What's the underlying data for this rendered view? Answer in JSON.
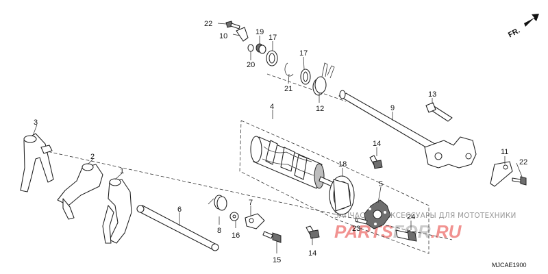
{
  "diagram_code": "MJCAE1900",
  "direction_label": "FR.",
  "watermark": {
    "line1": "ЗАПЧАСТИ И АКСЕССУАРЫ ДЛЯ МОТОТЕХНИКИ",
    "line2_part1": "PARTS",
    "line2_part2": "FOR",
    "line2_part3": ".RU"
  },
  "callouts": [
    {
      "id": "1",
      "text": "1"
    },
    {
      "id": "2",
      "text": "2"
    },
    {
      "id": "3",
      "text": "3"
    },
    {
      "id": "4",
      "text": "4"
    },
    {
      "id": "5",
      "text": "5"
    },
    {
      "id": "6",
      "text": "6"
    },
    {
      "id": "7",
      "text": "7"
    },
    {
      "id": "8",
      "text": "8"
    },
    {
      "id": "9",
      "text": "9"
    },
    {
      "id": "10",
      "text": "10"
    },
    {
      "id": "11",
      "text": "11"
    },
    {
      "id": "12",
      "text": "12"
    },
    {
      "id": "13",
      "text": "13"
    },
    {
      "id": "14a",
      "text": "14"
    },
    {
      "id": "14b",
      "text": "14"
    },
    {
      "id": "15",
      "text": "15"
    },
    {
      "id": "16",
      "text": "16"
    },
    {
      "id": "17a",
      "text": "17"
    },
    {
      "id": "17b",
      "text": "17"
    },
    {
      "id": "18",
      "text": "18"
    },
    {
      "id": "19",
      "text": "19"
    },
    {
      "id": "20",
      "text": "20"
    },
    {
      "id": "21",
      "text": "21"
    },
    {
      "id": "22a",
      "text": "22"
    },
    {
      "id": "22b",
      "text": "22"
    },
    {
      "id": "23",
      "text": "23"
    },
    {
      "id": "24",
      "text": "24"
    }
  ]
}
